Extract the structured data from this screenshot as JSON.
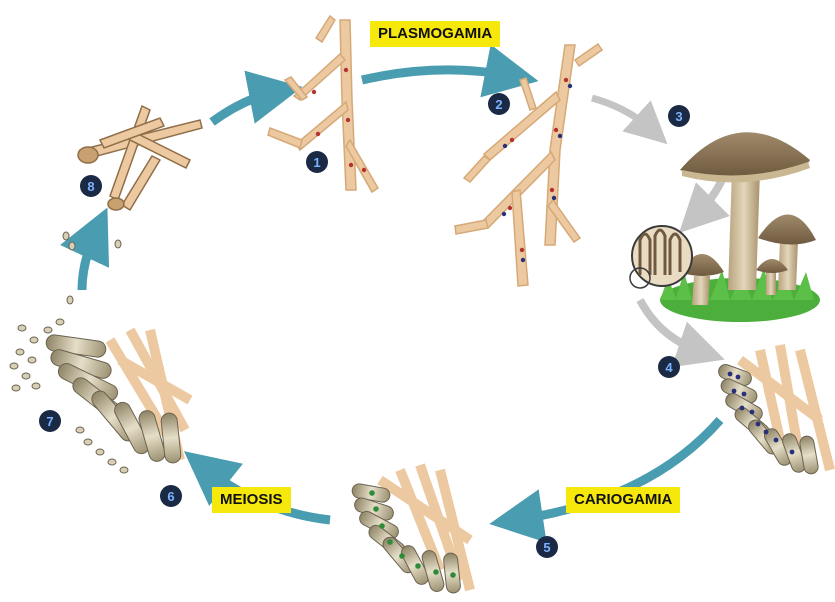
{
  "labels": {
    "plasmogamia": "PLASMOGAMIA",
    "cariogamia": "CARIOGAMIA",
    "meiosis": "MEIOSIS"
  },
  "steps": [
    "1",
    "2",
    "3",
    "4",
    "5",
    "6",
    "7",
    "8"
  ],
  "colors": {
    "arrow_teal": "#4a9db0",
    "arrow_grey": "#bdbdbd",
    "hypha": "#ecc9a0",
    "hypha_edge": "#d6a977",
    "label_bg": "#f5e80a",
    "badge": "#1b2a44",
    "badge_text": "#7ab3ff",
    "mushroom_cap": "#8a7356",
    "mushroom_stem": "#cbb896",
    "grass": "#4caf3c",
    "nucleus_red": "#b3332e",
    "nucleus_blue": "#2a2f7a",
    "nucleus_green": "#2e8b3a"
  }
}
